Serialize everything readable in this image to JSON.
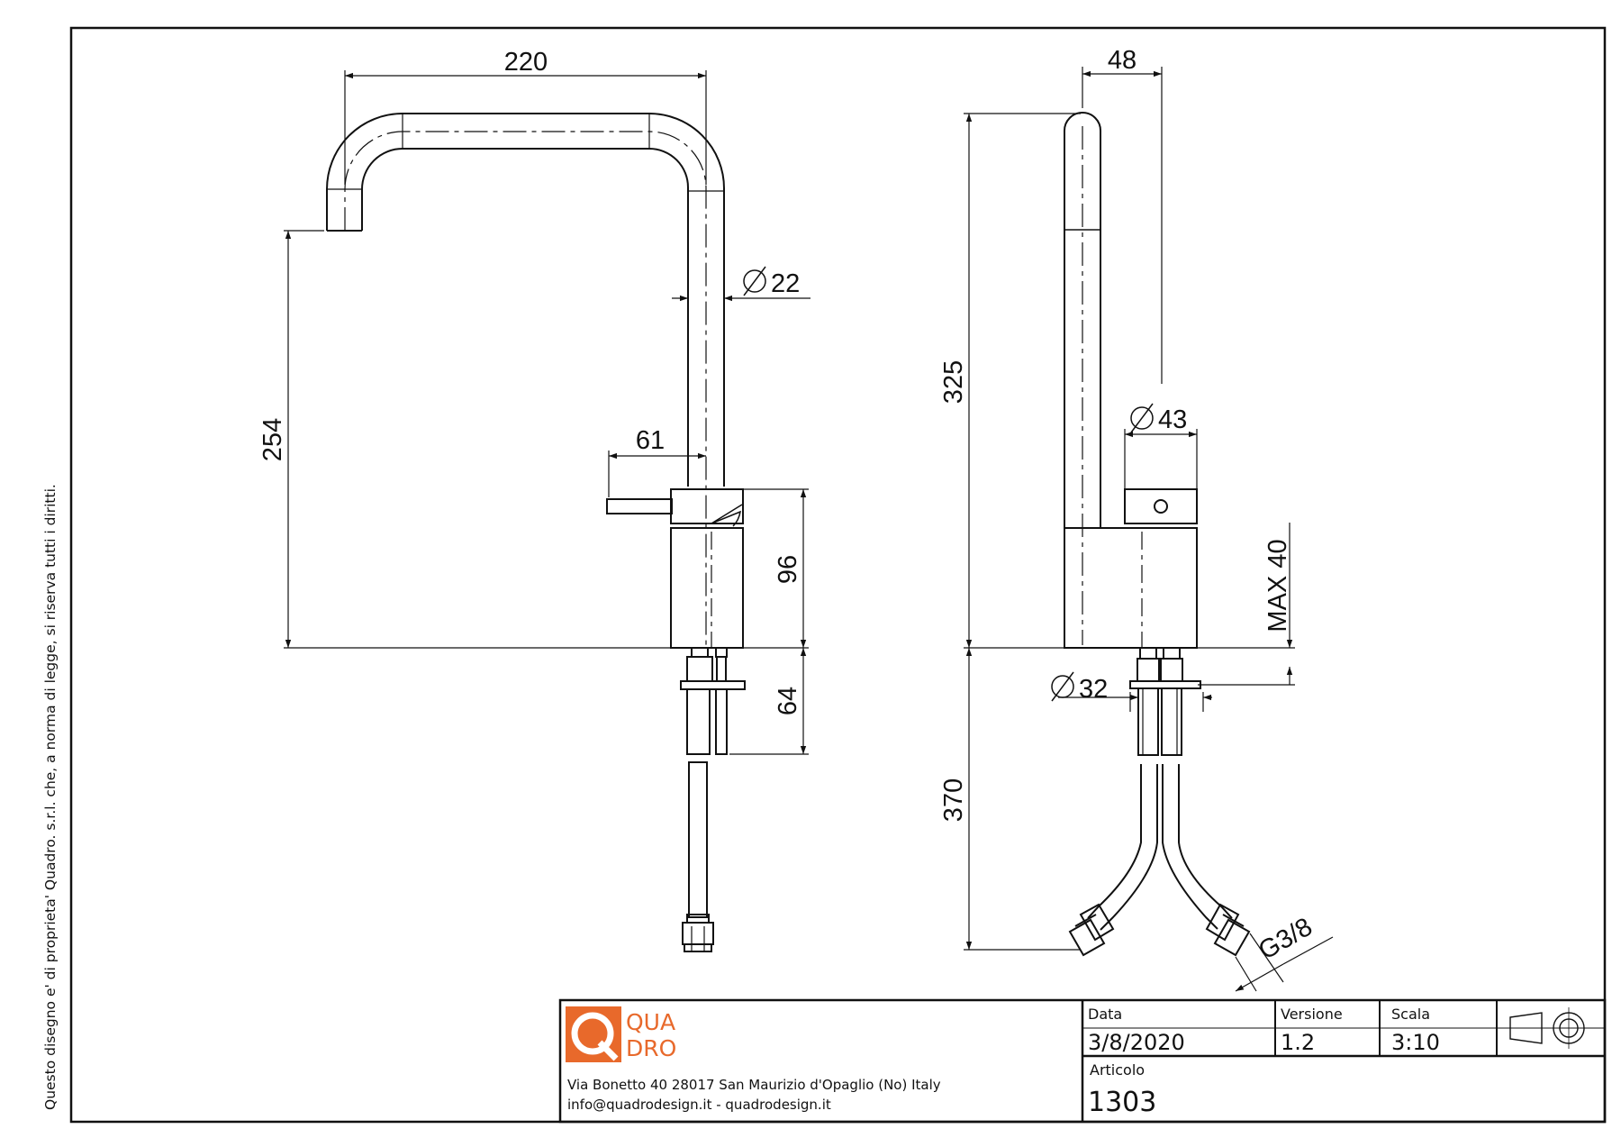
{
  "copyright": "Questo disegno e' di proprieta' Quadro. s.r.l. che, a norma di legge, si riserva tutti i diritti.",
  "brand": {
    "line1": "QUA",
    "line2": "DRO",
    "color": "#e8692b"
  },
  "address": {
    "line1": "Via Bonetto 40  28017 San Maurizio d'Opaglio (No) Italy",
    "line2": "info@quadrodesign.it  -  quadrodesign.it"
  },
  "title_block": {
    "date_label": "Data",
    "date_value": "3/8/2020",
    "version_label": "Versione",
    "version_value": "1.2",
    "scale_label": "Scala",
    "scale_value": "3:10",
    "article_label": "Articolo",
    "article_value": "1303"
  },
  "dimensions": {
    "spout_reach": "220",
    "tube_diameter": "22",
    "spout_height": "254",
    "lever_length": "61",
    "body_height": "96",
    "shank_length": "64",
    "side_width": "48",
    "total_height": "325",
    "body_diameter": "43",
    "max_thickness": "MAX 40",
    "base_diameter": "32",
    "hose_length": "370",
    "thread": "G3/8"
  }
}
